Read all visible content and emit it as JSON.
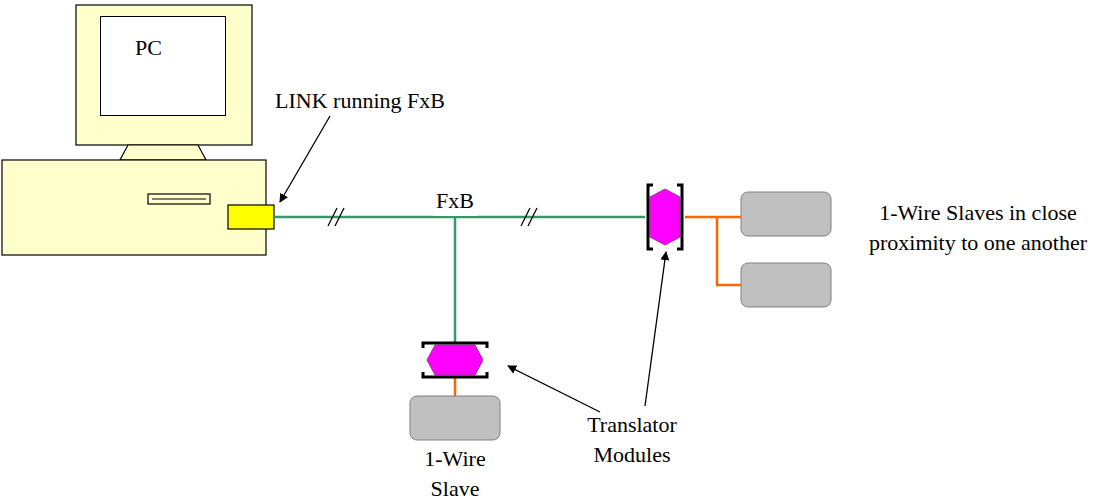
{
  "diagram": {
    "nodes": [
      {
        "text": [
          "PC"
        ]
      }
    ],
    "labels": [
      "LINK running FxB",
      "FxB",
      "Translator Modules",
      "1-Wire Slave",
      "1-Wire Slaves in close proximity to one another"
    ]
  }
}
